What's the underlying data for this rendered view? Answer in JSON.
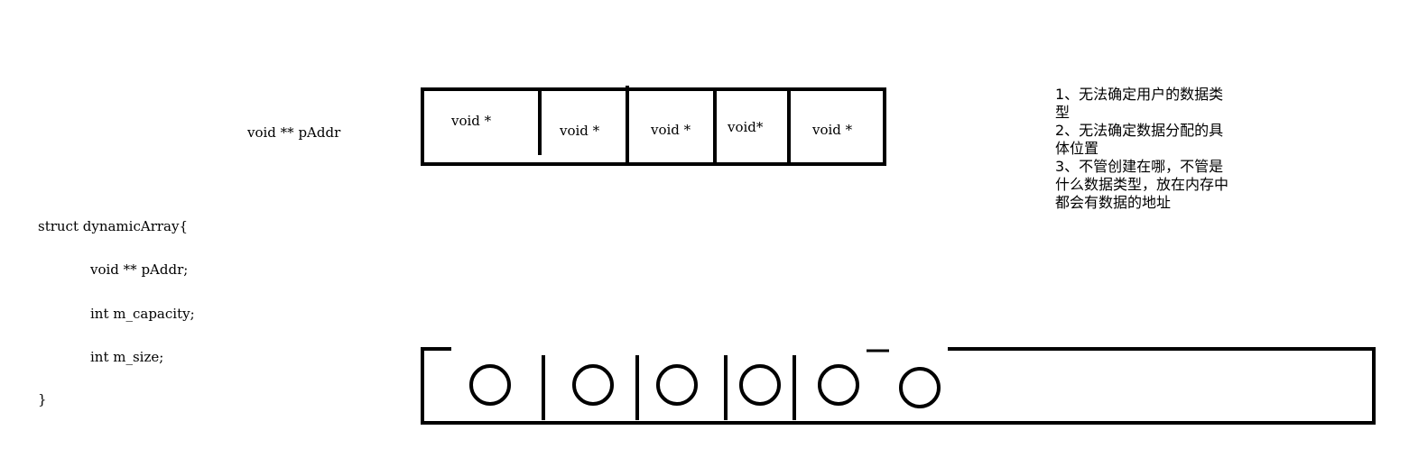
{
  "pointer_label": "void ** pAddr",
  "struct_code": {
    "line1": "struct dynamicArray{",
    "line2": "void ** pAddr;",
    "line3": "int m_capacity;",
    "line4": "int m_size;",
    "line5": "}"
  },
  "top_array": {
    "cells": [
      "void *",
      "void *",
      "void *",
      "void*",
      "void *"
    ]
  },
  "notes": [
    "1、无法确定用户的数据类型",
    "2、无法确定数据分配的具体位置",
    "3、不管创建在哪，不管是什么数据类型，放在内存中都会有数据的地址"
  ],
  "bottom_array": {
    "circle_count": 6
  }
}
